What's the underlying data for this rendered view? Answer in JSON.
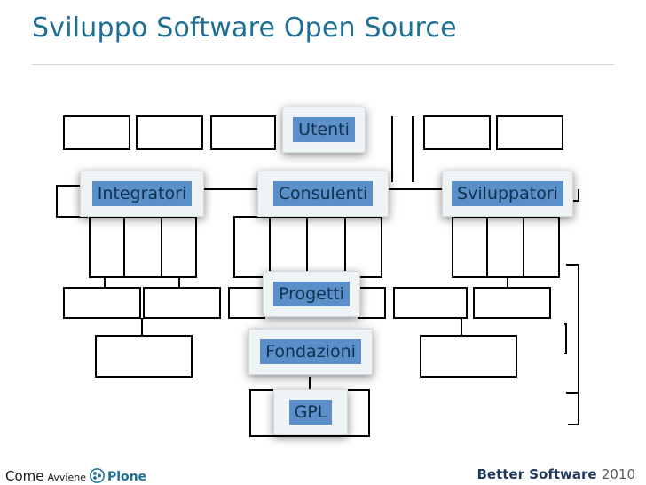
{
  "slide": {
    "title": "Sviluppo Software Open Source"
  },
  "diagram": {
    "labels": {
      "utenti": "Utenti",
      "integratori": "Integratori",
      "consulenti": "Consulenti",
      "sviluppatori": "Sviluppatori",
      "progetti": "Progetti",
      "fondazioni": "Fondazioni",
      "gpl": "GPL"
    },
    "label_fill_color": "#5b8fc9",
    "label_text_color": "#11324e"
  },
  "footer": {
    "come": "Come",
    "avviene": "Avviene",
    "plone": "Plone",
    "better_software": "Better Software",
    "year": "2010"
  },
  "colors": {
    "title": "#1f6f95",
    "lines": "#000000"
  }
}
